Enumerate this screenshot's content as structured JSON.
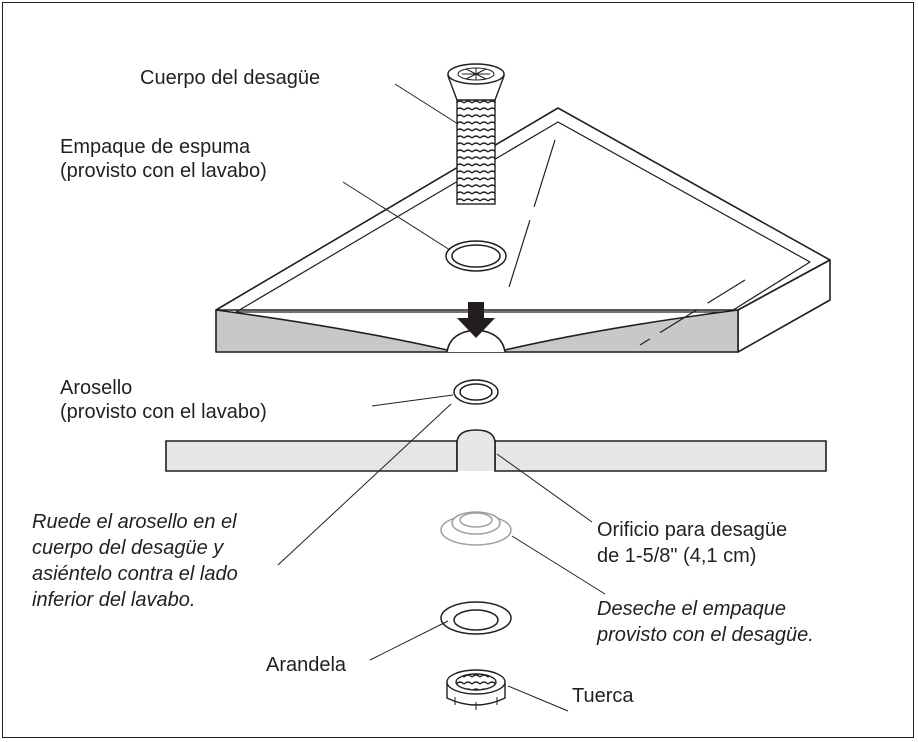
{
  "labels": {
    "drain_body": "Cuerpo del desagüe",
    "foam_gasket_line1": "Empaque de espuma",
    "foam_gasket_line2": "(provisto con el lavabo)",
    "o_ring_line1": "Arosello",
    "o_ring_line2": "(provisto con el lavabo)",
    "drain_hole_line1": "Orificio para desagüe",
    "drain_hole_line2": "de 1-5/8\" (4,1 cm)",
    "washer": "Arandela",
    "nut": "Tuerca"
  },
  "notes": {
    "roll_o_ring": [
      "Ruede el arosello en el",
      "cuerpo del desagüe y",
      "asiéntelo contra el lado",
      "inferior del lavabo."
    ],
    "discard_gasket": [
      "Deseche el empaque",
      "provisto con el desagüe."
    ]
  },
  "colors": {
    "ink": "#231f20",
    "fill_gray": "#c8c8c8",
    "light_gray": "#e6e6e6",
    "faded_part": "#a0a0a0"
  }
}
